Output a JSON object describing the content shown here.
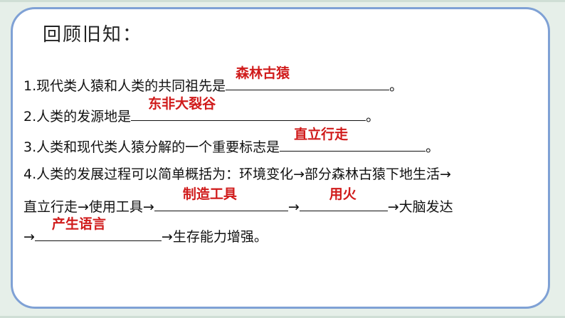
{
  "title": "回顾旧知：",
  "q1": {
    "before": "1.现代类人猿和人类的共同祖先是",
    "answer": "森林古猿",
    "after": "。"
  },
  "q2": {
    "before": "2.人类的发源地是",
    "answer": "东非大裂谷",
    "after": "。"
  },
  "q3": {
    "before": "3.人类和现代类人猿分解的一个重要标志是",
    "answer": "直立行走",
    "after": "。"
  },
  "q4": {
    "line1": "4.人类的发展过程可以简单概括为：环境变化→部分森林古猿下地生活→",
    "line2_before": "直立行走→使用工具→",
    "answer1": "制造工具",
    "mid": "→",
    "answer2": "用火",
    "line2_after": "→大脑发达",
    "line3_before": "→",
    "answer3": "产生语言",
    "line3_after": "→生存能力增强。"
  },
  "colors": {
    "answer": "#d01b1b",
    "border": "#7fa1d5",
    "background": "#e6efe9"
  }
}
